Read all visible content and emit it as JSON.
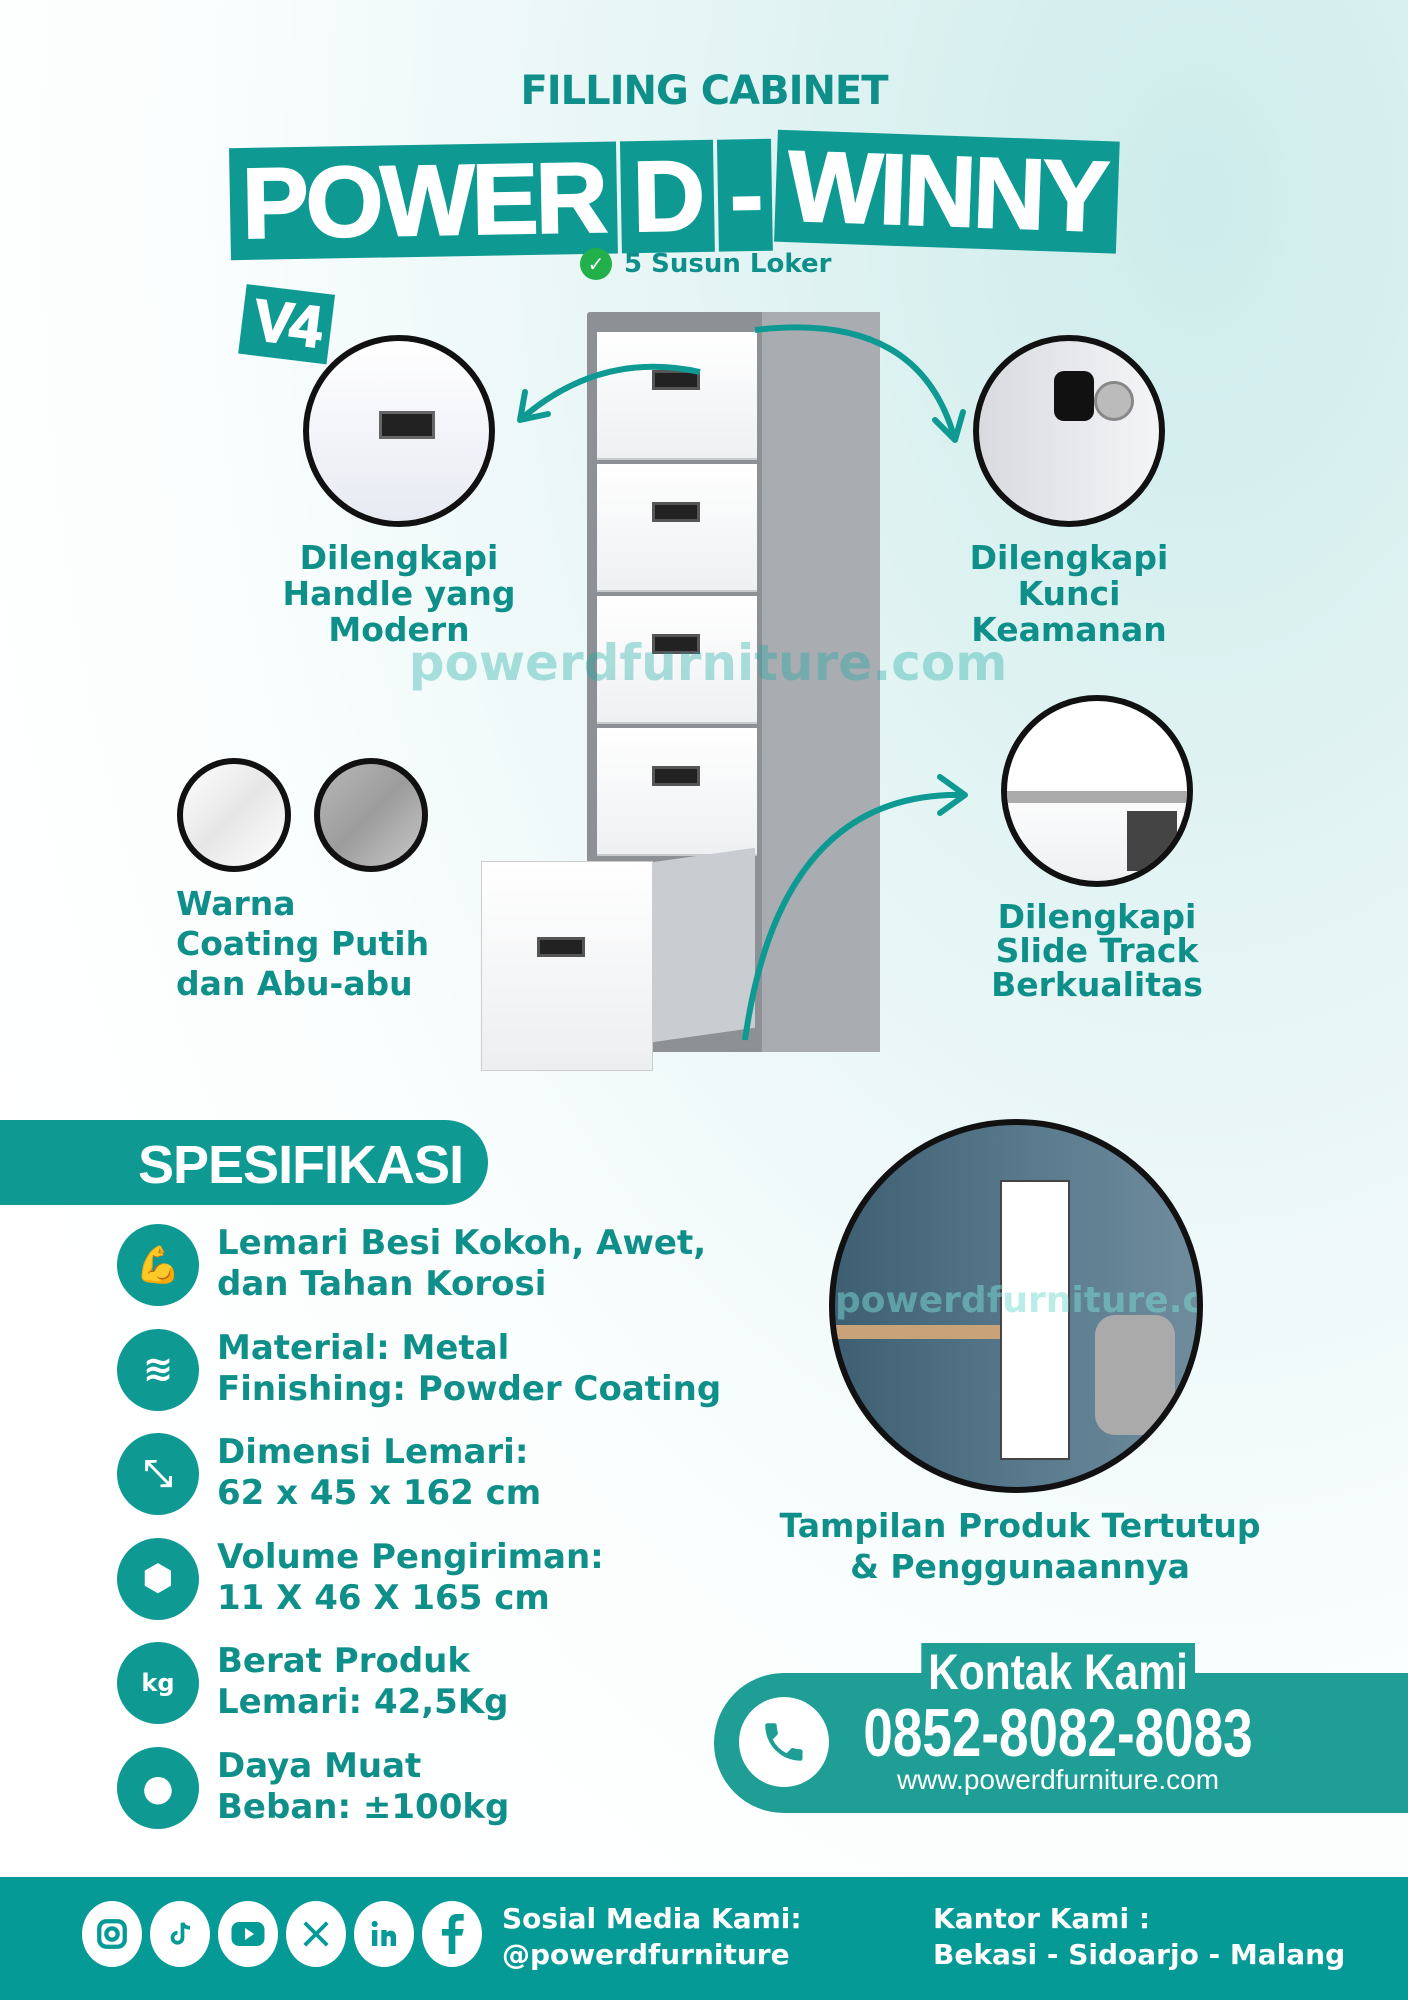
{
  "header": {
    "subtitle": "FILLING CABINET",
    "title_part1": "POWER",
    "title_part2": "D",
    "title_part3": "-",
    "title_part4": "WINNY",
    "title_version": "V4",
    "badge": "5 Susun Loker"
  },
  "watermark": "powerdfurniture.com",
  "features": {
    "handle": [
      "Dilengkapi",
      "Handle yang",
      "Modern"
    ],
    "lock": [
      "Dilengkapi",
      "Kunci",
      "Keamanan"
    ],
    "color": [
      "Warna",
      "Coating Putih",
      "dan Abu-abu"
    ],
    "slide": [
      "Dilengkapi",
      "Slide Track",
      "Berkualitas"
    ]
  },
  "specs": {
    "heading": "SPESIFIKASI",
    "items": [
      {
        "icon": "strong-arm-icon",
        "line1": "Lemari Besi Kokoh, Awet,",
        "line2": "dan Tahan Korosi"
      },
      {
        "icon": "layers-icon",
        "line1": "Material: Metal",
        "line2": "Finishing: Powder Coating"
      },
      {
        "icon": "dimension-icon",
        "line1": "Dimensi Lemari:",
        "line2": "62 x 45 x 162 cm"
      },
      {
        "icon": "box-icon",
        "line1": "Volume Pengiriman:",
        "line2": "11 X 46 X 165 cm"
      },
      {
        "icon": "weight-kg-icon",
        "line1": "Berat Produk",
        "line2": "Lemari: 42,5Kg",
        "glyph": "kg"
      },
      {
        "icon": "kettlebell-icon",
        "line1": "Daya Muat",
        "line2": "Beban: ±100kg"
      }
    ]
  },
  "photo_caption": [
    "Tampilan Produk Tertutup",
    "& Penggunaannya"
  ],
  "contact": {
    "heading": "Kontak Kami",
    "phone": "0852-8082-8083",
    "website": "www.powerdfurniture.com"
  },
  "footer": {
    "social_label": "Sosial Media Kami:",
    "social_handle": "@powerdfurniture",
    "office_label": "Kantor Kami :",
    "office_locations": "Bekasi - Sidoarjo - Malang"
  },
  "colors": {
    "brand": "#0e9a93",
    "text": "#0e8f8a",
    "check": "#22b04b"
  }
}
